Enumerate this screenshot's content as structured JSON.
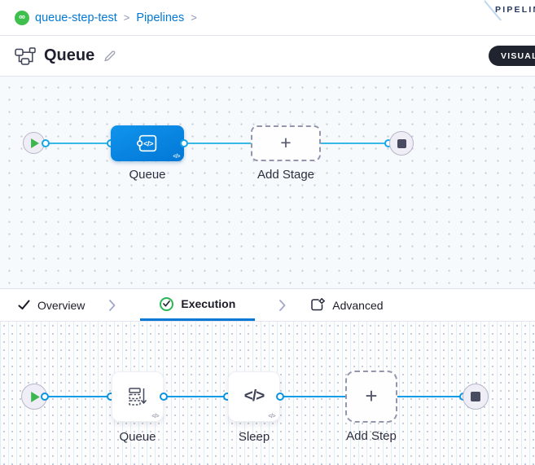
{
  "breadcrumb": {
    "project": "queue-step-test",
    "section": "Pipelines",
    "separator": ">",
    "logo_glyph": "∞"
  },
  "ribbon": {
    "label": "PIPELINE STUDIO"
  },
  "header": {
    "title": "Queue",
    "mode_toggle": "VISUAL"
  },
  "stage_canvas": {
    "stage": {
      "label": "Queue"
    },
    "add_stage": {
      "label": "Add Stage",
      "plus": "+"
    }
  },
  "tabs": [
    {
      "label": "Overview"
    },
    {
      "label": "Execution",
      "active": true
    },
    {
      "label": "Advanced"
    }
  ],
  "execution_canvas": {
    "steps": [
      {
        "label": "Queue",
        "icon": "queue-stack-icon"
      },
      {
        "label": "Sleep",
        "icon": "code-icon",
        "glyph": "</>"
      }
    ],
    "add_step": {
      "label": "Add Step",
      "plus": "+"
    }
  },
  "icons": {
    "code_glyph": "</>"
  },
  "colors": {
    "accent_blue": "#0278d5",
    "stage_blue": "#0a84e0",
    "flow_line_top": "#38b7e8",
    "flow_line_bottom": "#0d9ce8",
    "success_green": "#2bb656",
    "play_green": "#3cb64f",
    "toggle_dark": "#20242e"
  }
}
